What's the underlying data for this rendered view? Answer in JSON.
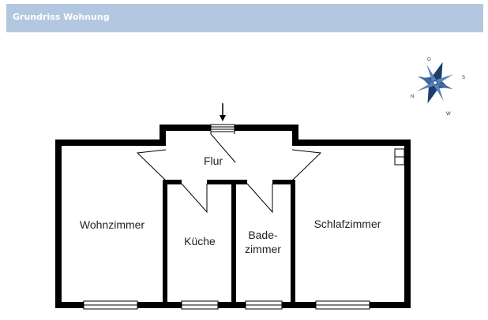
{
  "header": {
    "title": "Grundriss Wohnung"
  },
  "compass": {
    "n": "N",
    "o": "O",
    "s": "S",
    "w": "W",
    "color": "#1e3f6e"
  },
  "rooms": {
    "flur": "Flur",
    "wohnzimmer": "Wohnzimmer",
    "kueche": "Küche",
    "bad_line1": "Bade-",
    "bad_line2": "zimmer",
    "schlafzimmer": "Schlafzimmer"
  },
  "colors": {
    "wall": "#000000",
    "header_bg": "#b4c7e0"
  }
}
